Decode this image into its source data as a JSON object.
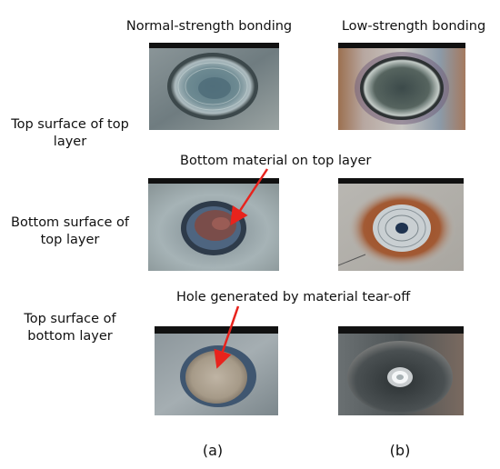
{
  "columns": {
    "normal": "Normal-strength bonding",
    "low": "Low-strength bonding"
  },
  "rows": {
    "top_of_top": "Top surface of top layer",
    "bottom_of_top": "Bottom surface of top layer",
    "top_of_bottom": "Top surface of bottom layer"
  },
  "annotations": {
    "bottom_material": "Bottom material on top layer",
    "hole": "Hole generated by material tear-off"
  },
  "subfig": {
    "a": "(a)",
    "b": "(b)"
  },
  "colors": {
    "arrow": "#e8231d",
    "frame": "#111111"
  }
}
